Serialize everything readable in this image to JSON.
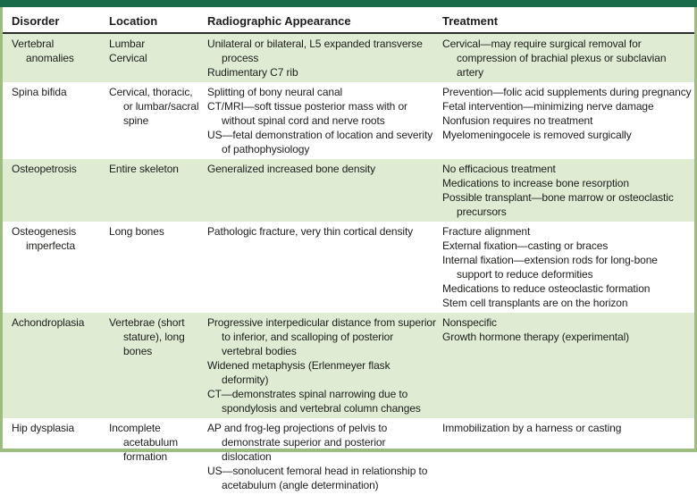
{
  "colors": {
    "top_bar": "#1a6b4a",
    "frame": "#9dbd80",
    "row_alt": "#dfebd3",
    "rule": "#2b2b2b",
    "text": "#1d1d1b"
  },
  "table": {
    "columns": [
      "Disorder",
      "Location",
      "Radiographic Appearance",
      "Treatment"
    ],
    "rows": [
      {
        "disorder": [
          "Vertebral anomalies"
        ],
        "location": [
          "Lumbar",
          "Cervical"
        ],
        "radiographic": [
          "Unilateral or bilateral, L5 expanded transverse process",
          "Rudimentary C7 rib"
        ],
        "treatment": [
          "Cervical—may require surgical removal for compression of brachial plexus or subclavian artery"
        ]
      },
      {
        "disorder": [
          "Spina bifida"
        ],
        "location": [
          "Cervical, thoracic, or lumbar/sacral spine"
        ],
        "radiographic": [
          "Splitting of bony neural canal",
          "CT/MRI—soft tissue posterior mass with or without spinal cord and nerve roots",
          "US—fetal demonstration of location and severity of pathophysiology"
        ],
        "treatment": [
          "Prevention—folic acid supplements during pregnancy",
          "Fetal intervention—minimizing nerve damage",
          "Nonfusion requires no treatment",
          "Myelomeningocele is removed surgically"
        ]
      },
      {
        "disorder": [
          "Osteopetrosis"
        ],
        "location": [
          "Entire skeleton"
        ],
        "radiographic": [
          "Generalized increased bone density"
        ],
        "treatment": [
          "No efficacious treatment",
          "Medications to increase bone resorption",
          "Possible transplant—bone marrow or osteoclastic precursors"
        ]
      },
      {
        "disorder": [
          "Osteogenesis imperfecta"
        ],
        "location": [
          "Long bones"
        ],
        "radiographic": [
          "Pathologic fracture, very thin cortical density"
        ],
        "treatment": [
          "Fracture alignment",
          "External fixation—casting or braces",
          "Internal fixation—extension rods for long-bone support to reduce deformities",
          "Medications to reduce osteoclastic formation",
          "Stem cell transplants are on the horizon"
        ]
      },
      {
        "disorder": [
          "Achondroplasia"
        ],
        "location": [
          "Vertebrae (short stature), long bones"
        ],
        "radiographic": [
          "Progressive interpedicular distance from superior to inferior, and scalloping of posterior vertebral bodies",
          "Widened metaphysis (Erlenmeyer flask deformity)",
          "CT—demonstrates spinal narrowing due to spondylosis and vertebral column changes"
        ],
        "treatment": [
          "Nonspecific",
          "Growth hormone therapy (experimental)"
        ]
      },
      {
        "disorder": [
          "Hip dysplasia"
        ],
        "location": [
          "Incomplete acetabulum formation"
        ],
        "radiographic": [
          "AP and frog-leg projections of pelvis to demonstrate superior and posterior dislocation",
          "US—sonolucent femoral head in relationship to acetabulum (angle determination)"
        ],
        "treatment": [
          "Immobilization by a harness or casting"
        ]
      }
    ]
  }
}
